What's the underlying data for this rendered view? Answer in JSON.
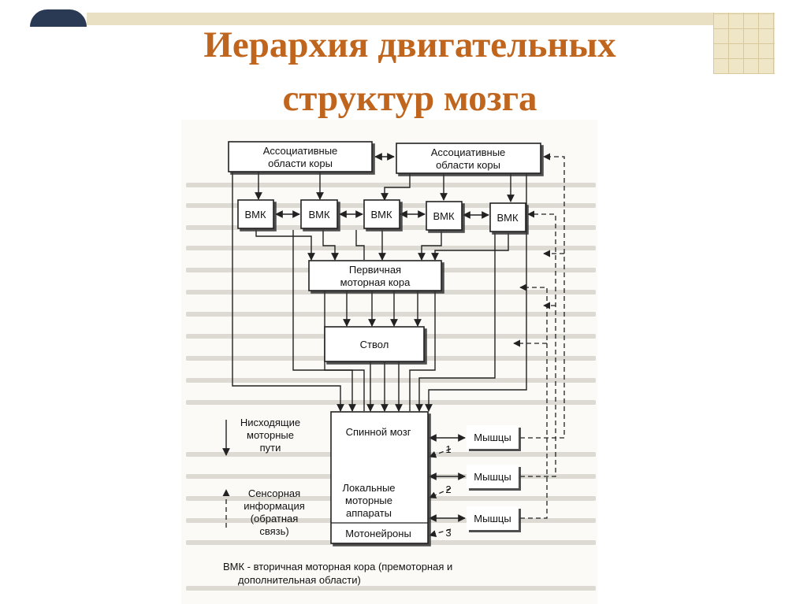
{
  "title": {
    "line1": "Иерархия двигательных",
    "line2": "структур мозга"
  },
  "diagram": {
    "assoc_left": [
      "Ассоциативные",
      "области коры"
    ],
    "assoc_right": [
      "Ассоциативные",
      "области коры"
    ],
    "vmk": [
      "ВМК",
      "ВМК",
      "ВМК",
      "ВМК",
      "ВМК"
    ],
    "primary_cortex": [
      "Первичная",
      "моторная кора"
    ],
    "stem": "Ствол",
    "spinal_cord": "Спинной мозг",
    "local_apparatus": [
      "Локальные",
      "моторные",
      "аппараты"
    ],
    "motoneurons": "Мотонейроны",
    "muscles": [
      "Мышцы",
      "Мышцы",
      "Мышцы"
    ],
    "loop_numbers": [
      "1",
      "2",
      "3"
    ],
    "legend_descending": [
      "Нисходящие",
      "моторные",
      "пути"
    ],
    "legend_sensory": [
      "Сенсорная",
      "информация",
      "(обратная",
      "связь)"
    ],
    "caption": [
      "ВМК - вторичная моторная кора (премоторная и",
      "дополнительная области)"
    ]
  }
}
